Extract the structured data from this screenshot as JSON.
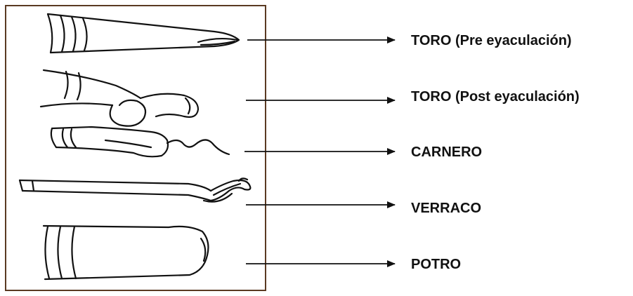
{
  "colors": {
    "frame": "#5a3a22",
    "ink": "#111111",
    "background": "#ffffff"
  },
  "diagram": {
    "items": [
      {
        "label": "TORO (Pre eyaculación)",
        "drawing": "bull-pre-ejaculation-penis-icon"
      },
      {
        "label": "TORO (Post eyaculación)",
        "drawing": "bull-post-ejaculation-penis-icon"
      },
      {
        "label": "CARNERO",
        "drawing": "ram-penis-icon"
      },
      {
        "label": "VERRACO",
        "drawing": "boar-penis-icon"
      },
      {
        "label": "POTRO",
        "drawing": "stallion-penis-icon"
      }
    ]
  }
}
